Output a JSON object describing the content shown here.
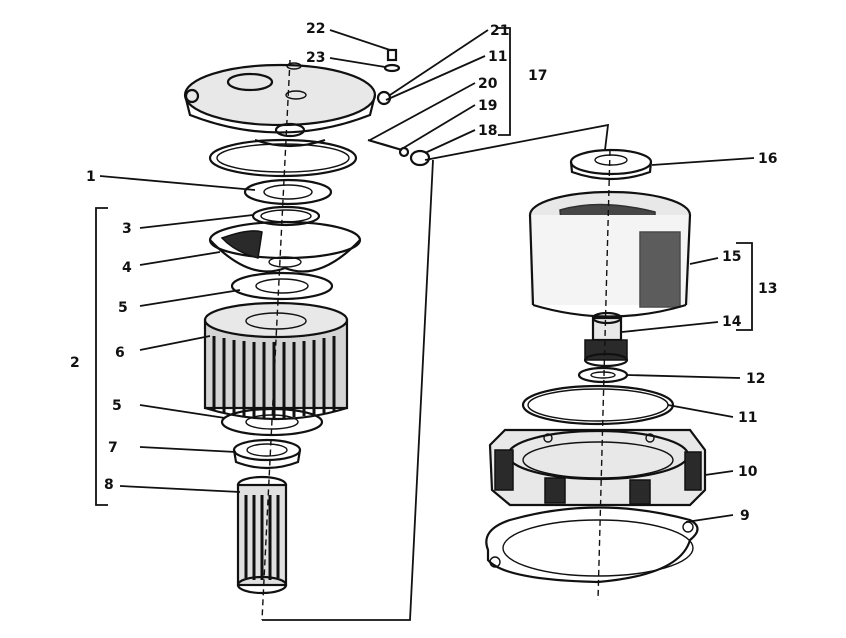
{
  "diagram": {
    "callouts": {
      "c1": "1",
      "c2": "2",
      "c3": "3",
      "c4": "4",
      "c5a": "5",
      "c6": "6",
      "c5b": "5",
      "c7": "7",
      "c8": "8",
      "c9": "9",
      "c10": "10",
      "c11a": "11",
      "c12": "12",
      "c13": "13",
      "c14": "14",
      "c15": "15",
      "c16": "16",
      "c17": "17",
      "c18": "18",
      "c19": "19",
      "c20": "20",
      "c11b": "11",
      "c21": "21",
      "c22": "22",
      "c23": "23"
    }
  }
}
